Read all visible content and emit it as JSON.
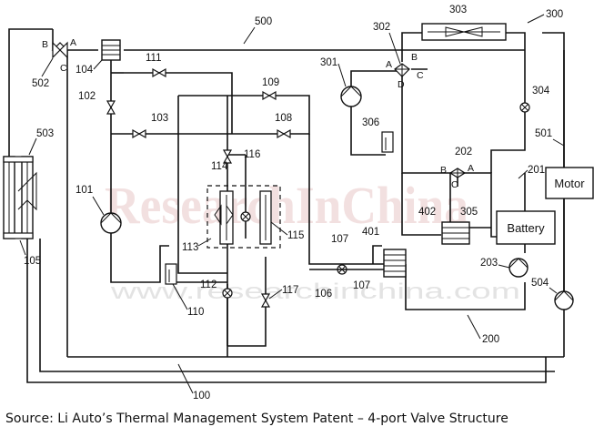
{
  "caption": "Source: Li Auto’s Thermal Management System Patent – 4-port Valve Structure",
  "watermark": {
    "main": "ResearchInChina",
    "url": "www.researchinchina.com"
  },
  "boxes": {
    "motor": "Motor",
    "battery": "Battery"
  },
  "refs": {
    "r100": "100",
    "r101": "101",
    "r102": "102",
    "r103": "103",
    "r104": "104",
    "r105": "105",
    "r106": "106",
    "r107a": "107",
    "r107b": "107",
    "r108": "108",
    "r109": "109",
    "r110": "110",
    "r111": "111",
    "r112": "112",
    "r113": "113",
    "r114": "114",
    "r115": "115",
    "r116": "116",
    "r117": "117",
    "r200": "200",
    "r201": "201",
    "r202": "202",
    "r203": "203",
    "r300": "300",
    "r301": "301",
    "r302": "302",
    "r303": "303",
    "r304": "304",
    "r305": "305",
    "r306": "306",
    "r401": "401",
    "r402": "402",
    "r500": "500",
    "r501": "501",
    "r502": "502",
    "r503": "503",
    "r504": "504"
  },
  "ports": {
    "v502_b": "B",
    "v502_a": "A",
    "v502_c": "C",
    "v302_a": "A",
    "v302_b": "B",
    "v302_c": "C",
    "v302_d": "D",
    "v202_b": "B",
    "v202_a": "A",
    "v202_c": "C"
  },
  "colors": {
    "line": "#111111",
    "watermark": "#e8c8c8"
  }
}
